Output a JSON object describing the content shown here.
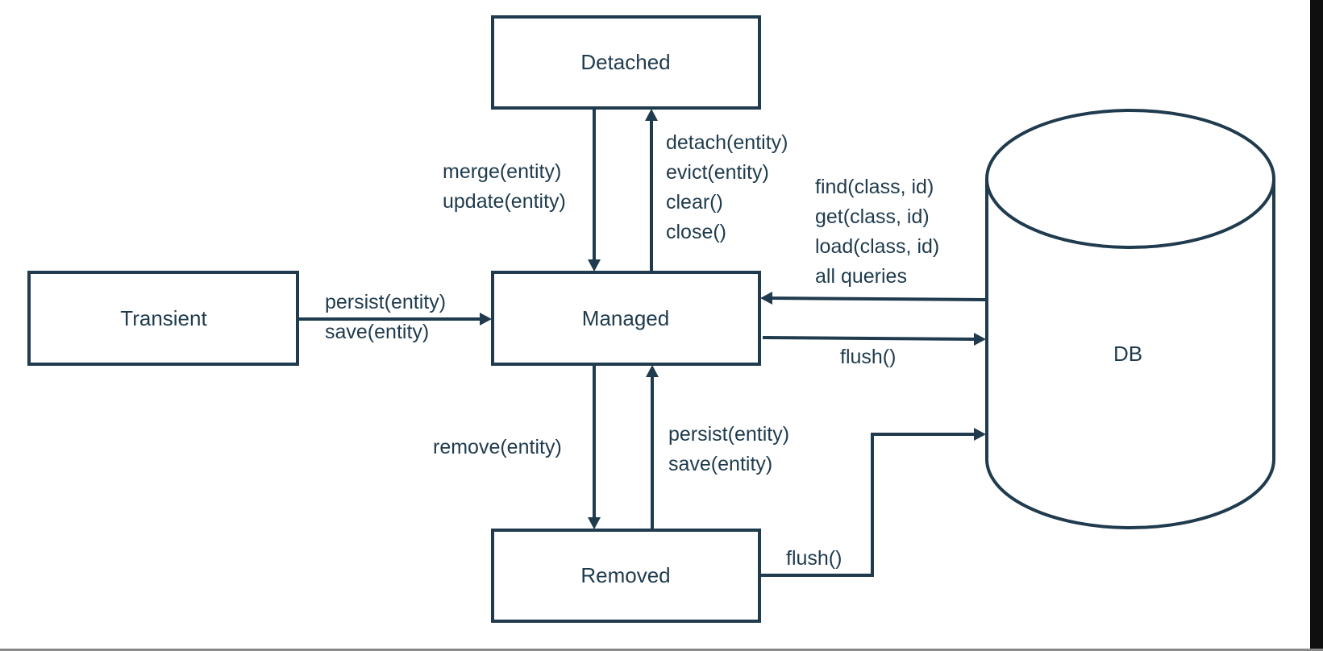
{
  "colors": {
    "stroke": "#1f3b4d",
    "text": "#1f3b4d",
    "background": "#ffffff"
  },
  "states": {
    "detached": "Detached",
    "transient": "Transient",
    "managed": "Managed",
    "removed": "Removed",
    "db": "DB"
  },
  "transitions": {
    "detached_to_managed": [
      "merge(entity)",
      "update(entity)"
    ],
    "managed_to_detached": [
      "detach(entity)",
      "evict(entity)",
      "clear()",
      "close()"
    ],
    "transient_to_managed": [
      "persist(entity)",
      "save(entity)"
    ],
    "db_to_managed": [
      "find(class, id)",
      "get(class, id)",
      "load(class, id)",
      "all queries"
    ],
    "managed_to_db": [
      "flush()"
    ],
    "managed_to_removed": [
      "remove(entity)"
    ],
    "removed_to_managed": [
      "persist(entity)",
      "save(entity)"
    ],
    "removed_to_db": [
      "flush()"
    ]
  }
}
